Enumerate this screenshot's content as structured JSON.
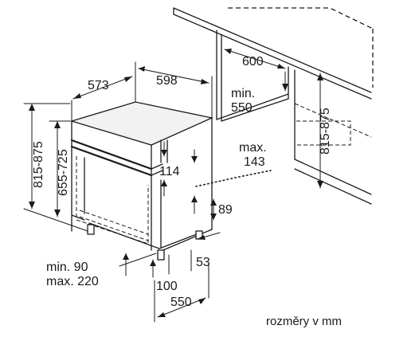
{
  "labels": {
    "d573": "573",
    "d598": "598",
    "d600": "600",
    "min550_a": "min.",
    "min550_b": "550",
    "d815_875_left": "815-875",
    "d655_725": "655-725",
    "d815_875_right": "815-875",
    "max143_a": "max.",
    "max143_b": "143",
    "d114": "114",
    "d89": "89",
    "min90": "min. 90",
    "max220": "max. 220",
    "d53": "53",
    "d100": "100",
    "d550": "550",
    "units": "rozměry v mm"
  }
}
